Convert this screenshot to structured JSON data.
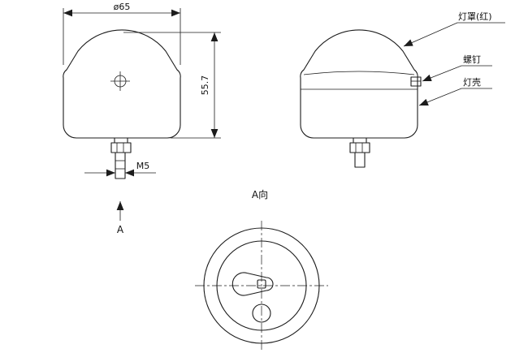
{
  "front_view": {
    "dim_diameter": "ø65",
    "dim_height": "55.7",
    "dim_thread": "M5",
    "view_label": "A"
  },
  "side_view": {
    "label_cover": "灯罩(红)",
    "label_screw": "螺钉",
    "label_housing": "灯壳"
  },
  "bottom_view": {
    "title": "A向"
  },
  "colors": {
    "line": "#1c1c1c",
    "background": "#ffffff"
  }
}
